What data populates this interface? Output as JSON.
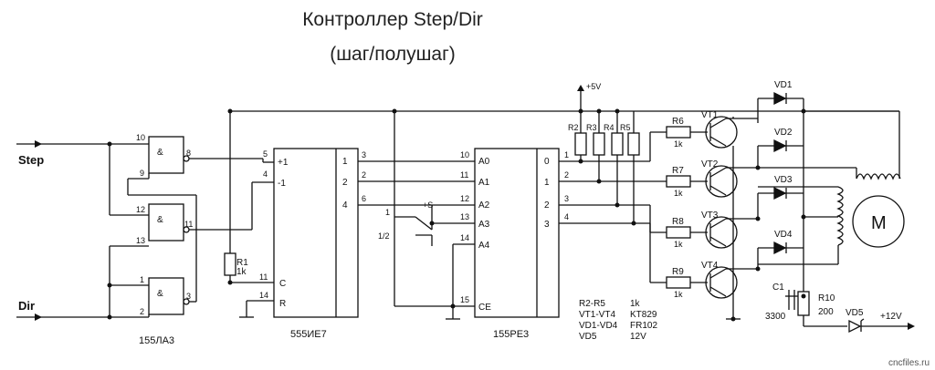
{
  "title": "Контроллер Step/Dir",
  "subtitle": "(шаг/полушаг)",
  "inputs": {
    "step": "Step",
    "dir": "Dir"
  },
  "chips": {
    "nand": {
      "label": "155ЛА3",
      "symbol": "&",
      "pins": {
        "g1_in_a": "10",
        "g1_in_b": "9",
        "g1_out": "8",
        "g2_in_a": "12",
        "g2_in_b": "13",
        "g2_out": "11",
        "g3_in_a": "1",
        "g3_in_b": "2",
        "g3_out": "3"
      }
    },
    "counter": {
      "label": "555ИЕ7",
      "left_pins": [
        {
          "num": "5",
          "name": "+1"
        },
        {
          "num": "4",
          "name": "-1"
        },
        {
          "num": "11",
          "name": "C"
        },
        {
          "num": "14",
          "name": "R"
        }
      ],
      "right_pins": [
        {
          "num": "3",
          "name": "1"
        },
        {
          "num": "2",
          "name": "2"
        },
        {
          "num": "6",
          "name": "4"
        }
      ]
    },
    "rom": {
      "label": "155РЕ3",
      "left_pins": [
        {
          "num": "10",
          "name": "A0"
        },
        {
          "num": "11",
          "name": "A1"
        },
        {
          "num": "12",
          "name": "A2"
        },
        {
          "num": "13",
          "name": "A3"
        },
        {
          "num": "14",
          "name": "A4"
        },
        {
          "num": "15",
          "name": "CE"
        }
      ],
      "right_pins": [
        {
          "num": "1",
          "name": "0"
        },
        {
          "num": "2",
          "name": "1"
        },
        {
          "num": "3",
          "name": "2"
        },
        {
          "num": "4",
          "name": "3"
        }
      ]
    }
  },
  "switch": {
    "pos_full": "1",
    "pos_half": "1/2",
    "pin_s": "+S"
  },
  "resistors": {
    "r1": {
      "name": "R1",
      "value": "1k"
    },
    "pullups": [
      "R2",
      "R3",
      "R4",
      "R5"
    ],
    "base": [
      {
        "name": "R6",
        "value": "1k"
      },
      {
        "name": "R7",
        "value": "1k"
      },
      {
        "name": "R8",
        "value": "1k"
      },
      {
        "name": "R9",
        "value": "1k"
      }
    ],
    "r10": {
      "name": "R10",
      "value": "200"
    }
  },
  "transistors": [
    "VT1",
    "VT2",
    "VT3",
    "VT4"
  ],
  "diodes": [
    "VD1",
    "VD2",
    "VD3",
    "VD4"
  ],
  "vd5": "VD5",
  "c1": {
    "name": "C1",
    "value": "3300"
  },
  "motor": "M",
  "supply": {
    "v5": "+5V",
    "v12": "+12V"
  },
  "parts_list": [
    {
      "ref": "R2-R5",
      "value": "1k"
    },
    {
      "ref": "VT1-VT4",
      "value": "KT829"
    },
    {
      "ref": "VD1-VD4",
      "value": "FR102"
    },
    {
      "ref": "VD5",
      "value": "12V"
    }
  ],
  "watermark": "cncfiles.ru"
}
